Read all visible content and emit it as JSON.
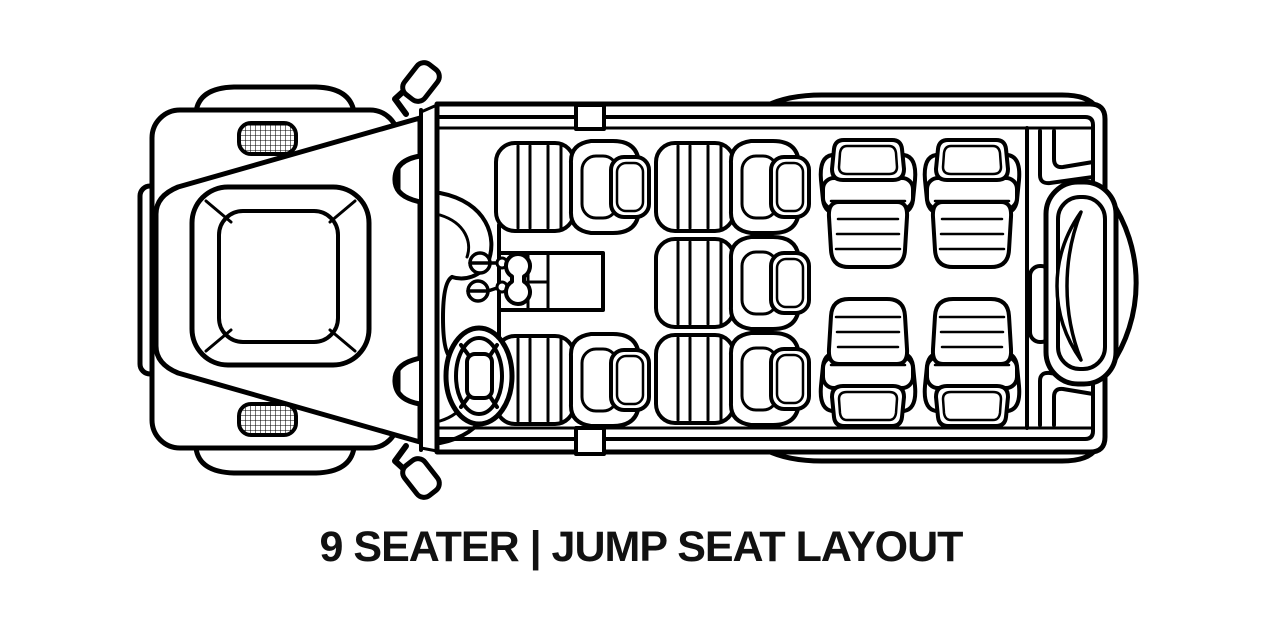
{
  "diagram": {
    "caption": "9 SEATER | JUMP SEAT LAYOUT",
    "vehicle_type": "9 SEATER",
    "layout_name": "JUMP SEAT LAYOUT",
    "seat_count": 9,
    "orientation": "top view, vehicle front facing left",
    "rows": [
      {
        "name": "front row",
        "seats": [
          "driver seat with steering wheel",
          "front passenger seat"
        ],
        "facing": "forward"
      },
      {
        "name": "middle row",
        "seats": [
          "middle seat 1",
          "middle seat 2",
          "middle seat 3"
        ],
        "facing": "forward"
      },
      {
        "name": "rear jump seats",
        "seats": [
          "jump seat front-left",
          "jump seat front-right",
          "jump seat rear-left",
          "jump seat rear-right"
        ],
        "facing": "inward, pairs facing each other"
      }
    ],
    "parts": [
      "front-bumper",
      "headlights",
      "hood",
      "hood-scoop",
      "windshield",
      "side-mirrors",
      "door-pillars",
      "dashboard",
      "center-console",
      "control-knobs",
      "gear-shifter",
      "steering-wheel",
      "rear-door",
      "tailgate-handle",
      "spare-tire"
    ]
  },
  "colors": {
    "line": "#000000",
    "background": "#ffffff",
    "text": "#111111"
  }
}
